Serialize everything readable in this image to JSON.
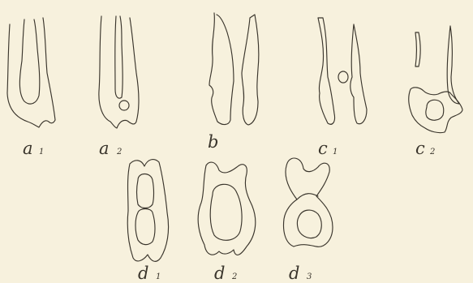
{
  "colors": {
    "paper": "#f7f1dd",
    "ink": "#3a352c"
  },
  "figures": [
    {
      "id": "a1",
      "letter": "a",
      "index": "1"
    },
    {
      "id": "a2",
      "letter": "a",
      "index": "2"
    },
    {
      "id": "b",
      "letter": "b",
      "index": ""
    },
    {
      "id": "c1",
      "letter": "c",
      "index": "1"
    },
    {
      "id": "c2",
      "letter": "c",
      "index": "2"
    },
    {
      "id": "d1",
      "letter": "d",
      "index": "1"
    },
    {
      "id": "d2",
      "letter": "d",
      "index": "2"
    },
    {
      "id": "d3",
      "letter": "d",
      "index": "3"
    }
  ]
}
